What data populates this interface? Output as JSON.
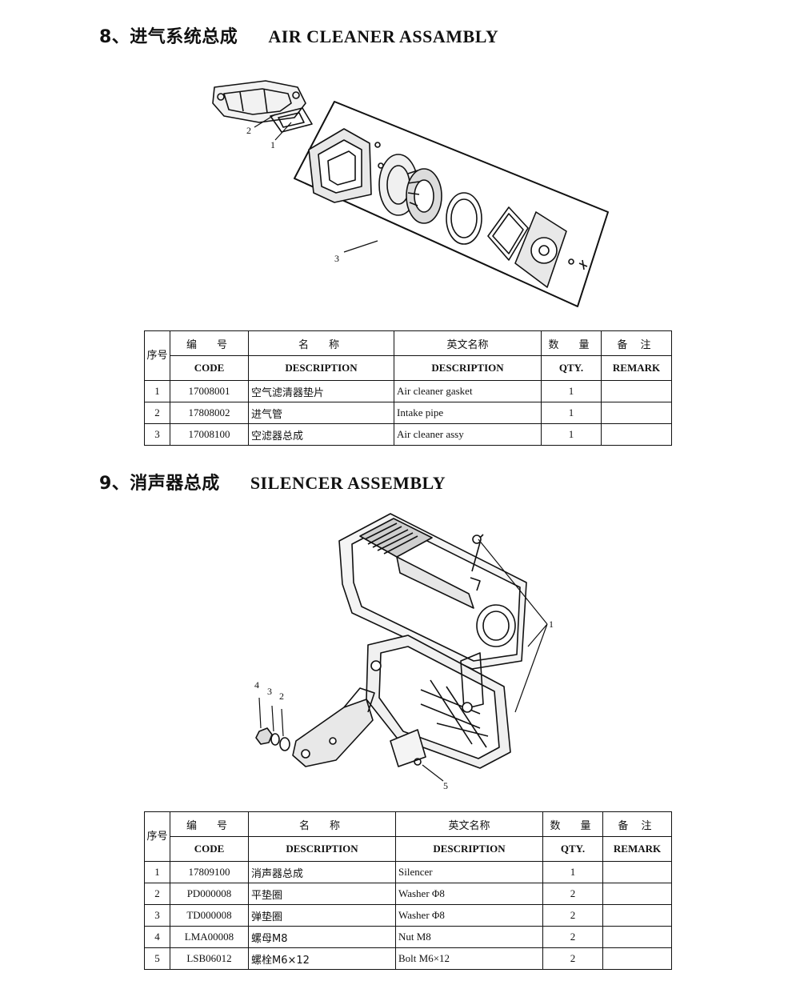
{
  "section1": {
    "title_cn": "8、进气系统总成",
    "title_en": "AIR CLEANER ASSAMBLY",
    "callouts": [
      "1",
      "2",
      "3"
    ],
    "header_cn": {
      "seq": "序号",
      "code": "编　号",
      "name": "名　称",
      "name_en": "英文名称",
      "qty": "数　量",
      "remark": "备 注"
    },
    "header_en": {
      "code": "CODE",
      "name": "DESCRIPTION",
      "name_en": "DESCRIPTION",
      "qty": "QTY.",
      "remark": "REMARK"
    },
    "rows": [
      {
        "no": "1",
        "code": "17008001",
        "name_cn": "空气滤清器垫片",
        "name_en": "Air cleaner gasket",
        "qty": "1",
        "remark": ""
      },
      {
        "no": "2",
        "code": "17808002",
        "name_cn": "进气管",
        "name_en": "Intake pipe",
        "qty": "1",
        "remark": ""
      },
      {
        "no": "3",
        "code": "17008100",
        "name_cn": "空滤器总成",
        "name_en": "Air cleaner assy",
        "qty": "1",
        "remark": ""
      }
    ]
  },
  "section2": {
    "title_cn": "9、消声器总成",
    "title_en": "SILENCER  ASSEMBLY",
    "callouts": [
      "1",
      "2",
      "3",
      "4",
      "5"
    ],
    "header_cn": {
      "seq": "序号",
      "code": "编　号",
      "name": "名　称",
      "name_en": "英文名称",
      "qty": "数　量",
      "remark": "备 注"
    },
    "header_en": {
      "code": "CODE",
      "name": "DESCRIPTION",
      "name_en": "DESCRIPTION",
      "qty": "QTY.",
      "remark": "REMARK"
    },
    "rows": [
      {
        "no": "1",
        "code": "17809100",
        "name_cn": "消声器总成",
        "name_en": "Silencer",
        "qty": "1",
        "remark": ""
      },
      {
        "no": "2",
        "code": "PD000008",
        "name_cn": "平垫圈",
        "name_en": "Washer Φ8",
        "qty": "2",
        "remark": ""
      },
      {
        "no": "3",
        "code": "TD000008",
        "name_cn": "弹垫圈",
        "name_en": "Washer Φ8",
        "qty": "2",
        "remark": ""
      },
      {
        "no": "4",
        "code": "LMA00008",
        "name_cn": "螺母M8",
        "name_en": "Nut M8",
        "qty": "2",
        "remark": ""
      },
      {
        "no": "5",
        "code": "LSB06012",
        "name_cn": "螺栓M6×12",
        "name_en": "Bolt M6×12",
        "qty": "2",
        "remark": ""
      }
    ]
  }
}
